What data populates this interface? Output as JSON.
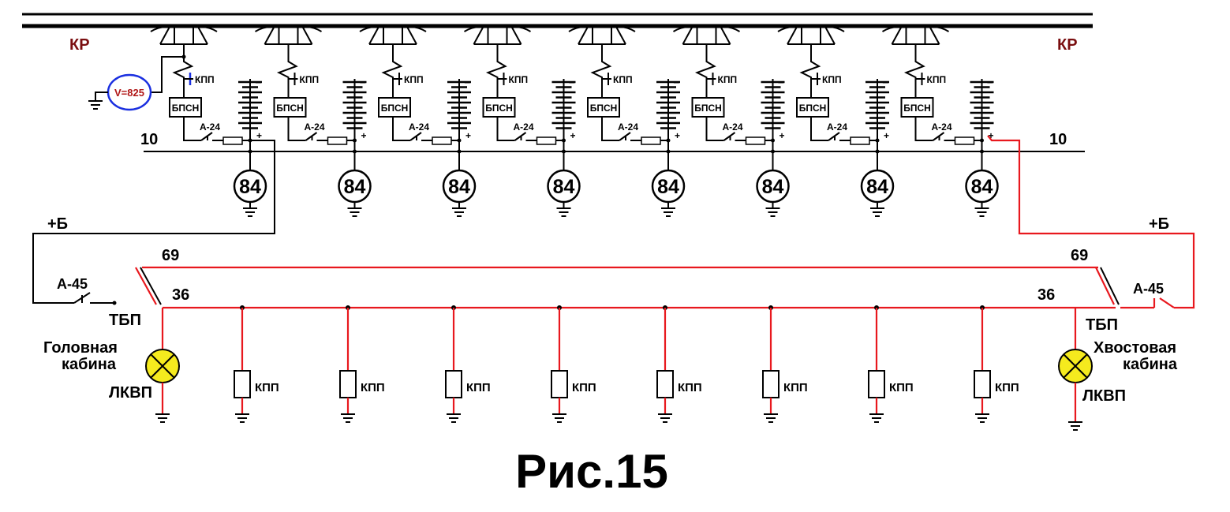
{
  "labels": {
    "kr": "КР",
    "wire10": "10",
    "plus_b": "+Б",
    "wire69": "69",
    "wire36": "36",
    "a45": "А-45",
    "tbp": "ТБП",
    "kpp": "КПП",
    "bpsn": "БПСН",
    "a24": "А-24",
    "motor": "84",
    "voltmeter": "V=825",
    "plus": "+",
    "minus": "_",
    "lkvp": "ЛКВП",
    "head_cab_1": "Головная",
    "head_cab_2": "кабина",
    "tail_cab_1": "Хвостовая",
    "tail_cab_2": "кабина",
    "figure_title": "Рис.15"
  },
  "colors": {
    "wire": "#000000",
    "signal_wire": "#e8181e",
    "voltmeter": "#1a2fe0",
    "lamp_fill": "#f5ea1e",
    "kr_text": "#7a0e10"
  }
}
